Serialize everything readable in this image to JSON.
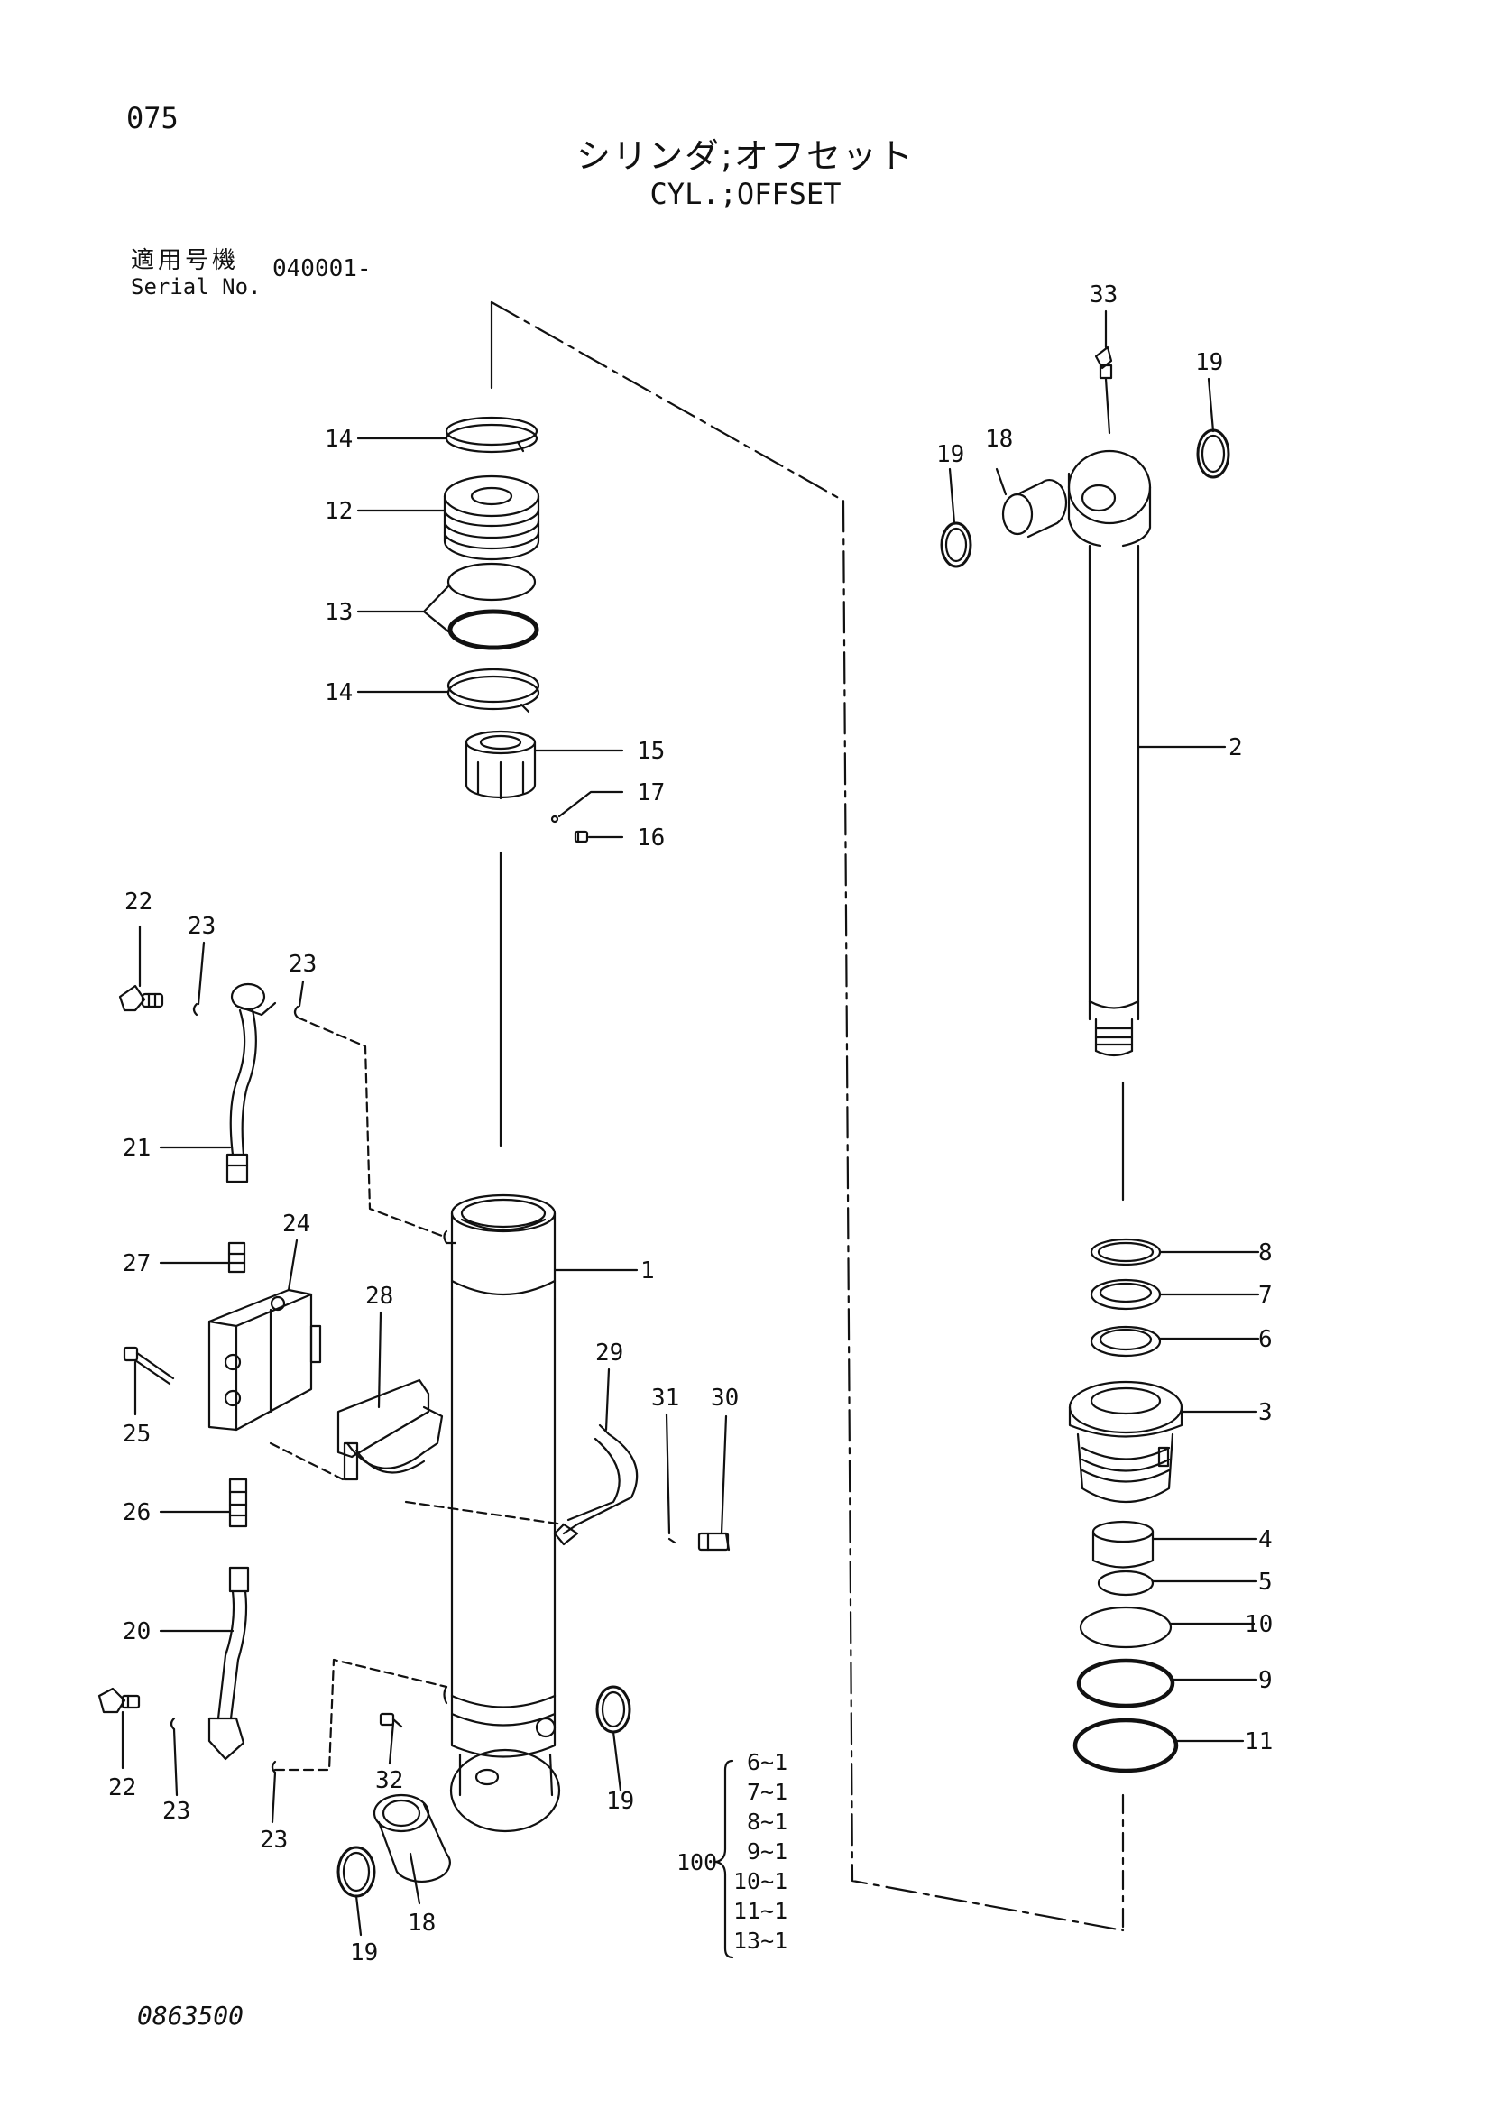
{
  "header": {
    "page_number": "075",
    "title_jp": "シリンダ;オフセット",
    "title_en": "CYL.;OFFSET",
    "serial_label_jp": "適用号機",
    "serial_label_en": "Serial No.",
    "serial_value": "040001-"
  },
  "callouts": {
    "c1": "1",
    "c2": "2",
    "c3": "3",
    "c4": "4",
    "c5": "5",
    "c6": "6",
    "c7": "7",
    "c8": "8",
    "c9": "9",
    "c10": "10",
    "c11": "11",
    "c12": "12",
    "c13": "13",
    "c14a": "14",
    "c14b": "14",
    "c15": "15",
    "c16": "16",
    "c17": "17",
    "c18a": "18",
    "c18b": "18",
    "c19a": "19",
    "c19b": "19",
    "c19c": "19",
    "c19d": "19",
    "c20": "20",
    "c21": "21",
    "c22a": "22",
    "c22b": "22",
    "c23a": "23",
    "c23b": "23",
    "c23c": "23",
    "c23d": "23",
    "c24": "24",
    "c25": "25",
    "c26": "26",
    "c27": "27",
    "c28": "28",
    "c29": "29",
    "c30": "30",
    "c31": "31",
    "c32": "32",
    "c33": "33"
  },
  "seal_kit": {
    "number": "100",
    "items": [
      "6~1",
      "7~1",
      "8~1",
      "9~1",
      "10~1",
      "11~1",
      "13~1"
    ]
  },
  "footer": {
    "doc_code": "0863500"
  }
}
